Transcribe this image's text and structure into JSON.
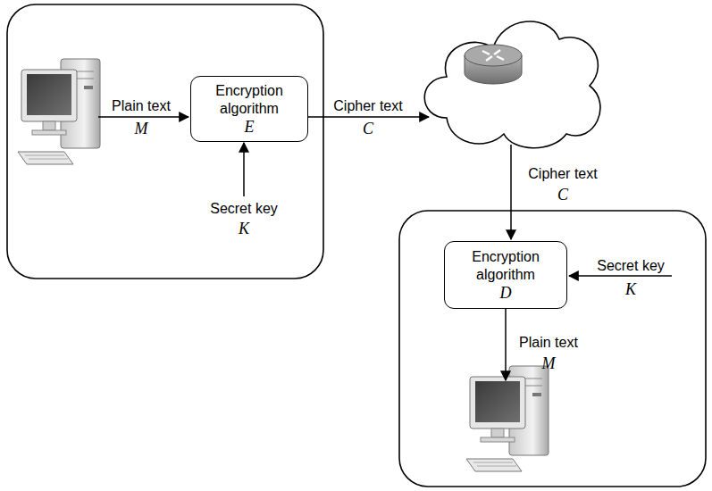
{
  "diagram": {
    "nodes": [
      {
        "text": [
          "Encryption algorithm",
          "E"
        ]
      },
      {
        "text": [
          "Encryption algorithm",
          "D"
        ]
      }
    ],
    "labels": [
      "Plain text",
      "M",
      "Cipher text",
      "C",
      "Secret key",
      "K",
      "Cipher text",
      "C",
      "Secret key",
      "K",
      "Plain text",
      "M"
    ]
  }
}
